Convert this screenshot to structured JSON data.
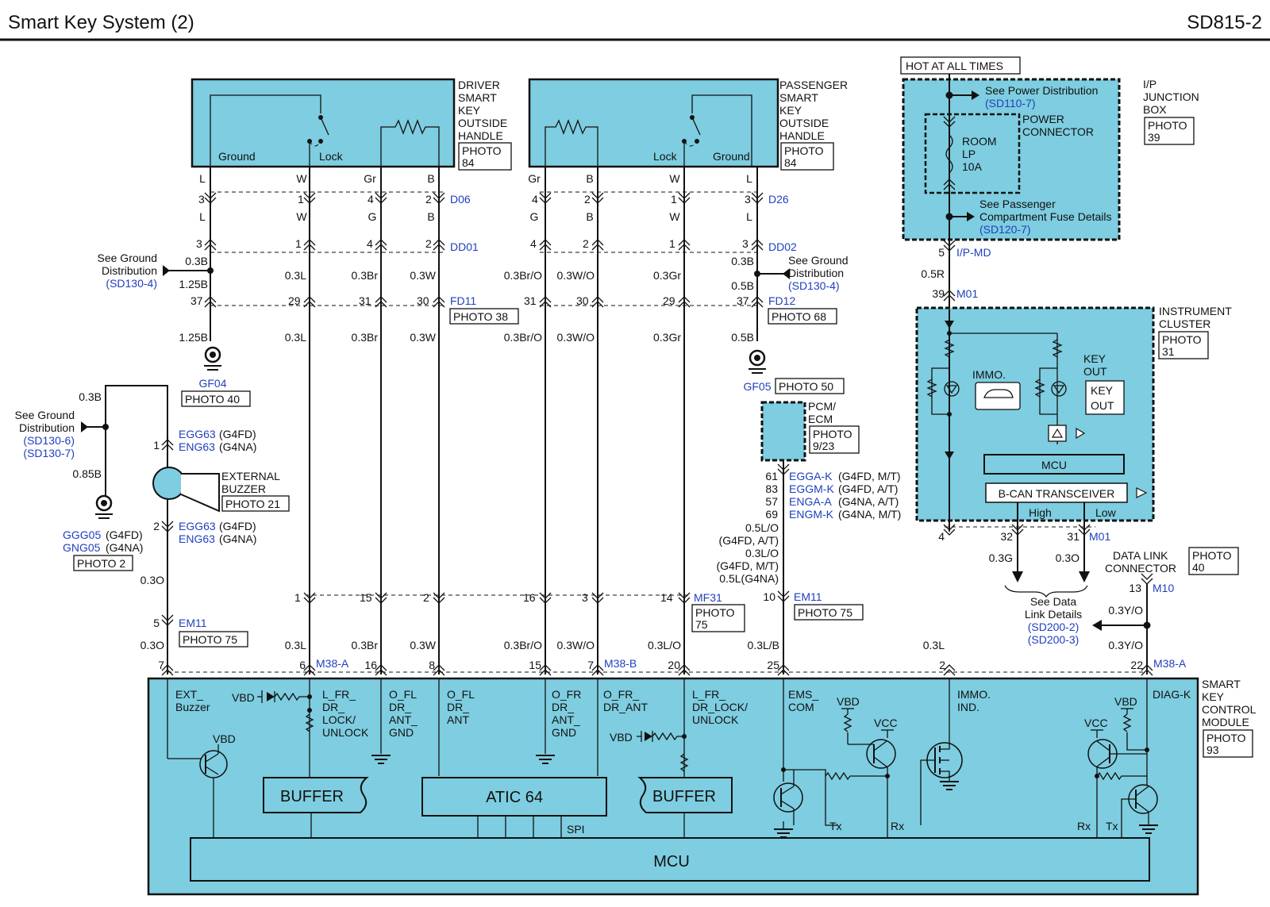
{
  "header": {
    "title": "Smart Key System (2)",
    "code": "SD815-2"
  },
  "driver_handle": {
    "label": [
      "DRIVER",
      "SMART",
      "KEY",
      "OUTSIDE",
      "HANDLE"
    ],
    "photo": [
      "PHOTO",
      "84"
    ],
    "pins": [
      "Ground",
      "Lock"
    ]
  },
  "passenger_handle": {
    "label": [
      "PASSENGER",
      "SMART",
      "KEY",
      "OUTSIDE",
      "HANDLE"
    ],
    "photo": [
      "PHOTO",
      "84"
    ],
    "pins": [
      "Lock",
      "Ground"
    ]
  },
  "connectors": {
    "d06": "D06",
    "dd01": "DD01",
    "fd11": "FD11",
    "photo38": "PHOTO 38",
    "d26": "D26",
    "dd02": "DD02",
    "fd12": "FD12",
    "photo68": "PHOTO 68",
    "ipmd": "I/P-MD",
    "m01a": "M01",
    "m01b": "M01",
    "m10": "M10",
    "em11a": "EM11",
    "photo75a": "PHOTO 75",
    "em11b": "EM11",
    "photo75b": "PHOTO 75",
    "mf31": "MF31",
    "photo75c": [
      "PHOTO",
      "75"
    ],
    "m38a1": "M38-A",
    "m38b": "M38-B",
    "m38a2": "M38-A"
  },
  "driver_wires": {
    "cols": [
      "L",
      "W",
      "Gr",
      "B"
    ],
    "pins1": [
      "3",
      "1",
      "4",
      "2"
    ],
    "cols2": [
      "L",
      "W",
      "G",
      "B"
    ],
    "pins2": [
      "3",
      "1",
      "4",
      "2"
    ],
    "sizes": [
      "0.3L",
      "0.3Br",
      "0.3W"
    ],
    "pins3": [
      "37",
      "29",
      "31",
      "30"
    ],
    "sizes2": [
      "1.25B",
      "0.3L",
      "0.3Br",
      "0.3W"
    ],
    "gnd_sizes": [
      "0.3B",
      "1.25B"
    ]
  },
  "passenger_wires": {
    "cols": [
      "Gr",
      "B",
      "W",
      "L"
    ],
    "pins1": [
      "4",
      "2",
      "1",
      "3"
    ],
    "cols2": [
      "G",
      "B",
      "W",
      "L"
    ],
    "pins2": [
      "4",
      "2",
      "1",
      "3"
    ],
    "sizes": [
      "0.3Br/O",
      "0.3W/O",
      "0.3Gr"
    ],
    "pins3": [
      "31",
      "30",
      "29",
      "37"
    ],
    "sizes2": [
      "0.3Br/O",
      "0.3W/O",
      "0.3Gr",
      "0.5B"
    ],
    "gnd_sizes": [
      "0.3B",
      "0.5B"
    ]
  },
  "ground_refs": {
    "left": {
      "text": [
        "See Ground",
        "Distribution"
      ],
      "ref": "(SD130-4)"
    },
    "right": {
      "text": [
        "See Ground",
        "Distribution"
      ],
      "ref": "(SD130-4)"
    },
    "buzzer": {
      "text": [
        "See Ground",
        "Distribution"
      ],
      "refs": [
        "(SD130-6)",
        "(SD130-7)"
      ]
    }
  },
  "grounds": {
    "gf04": "GF04",
    "photo40": "PHOTO 40",
    "gf05": "GF05",
    "photo50": "PHOTO 50",
    "ggg05": "GGG05",
    "ggg05_note": "(G4FD)",
    "gng05": "GNG05",
    "gng05_note": "(G4NA)",
    "photo2": "PHOTO 2"
  },
  "buzzer": {
    "label": [
      "EXTERNAL",
      "BUZZER"
    ],
    "photo": "PHOTO 21",
    "wire_top": "0.3B",
    "wire_gnd": "0.85B",
    "conn1": [
      {
        "c": "EGG63",
        "n": "(G4FD)"
      },
      {
        "c": "ENG63",
        "n": "(G4NA)"
      }
    ],
    "conn2": [
      {
        "c": "EGG63",
        "n": "(G4FD)"
      },
      {
        "c": "ENG63",
        "n": "(G4NA)"
      }
    ],
    "pin1": "1",
    "pin2": "2",
    "w1": "0.3O",
    "pin5": "5",
    "w2": "0.3O",
    "pin7": "7"
  },
  "bottom_pins": {
    "row1": [
      "1",
      "15",
      "2",
      "16",
      "3",
      "14",
      "10"
    ],
    "sizes": [
      "0.3L",
      "0.3Br",
      "0.3W",
      "0.3Br/O",
      "0.3W/O",
      "0.3L/O",
      "0.3L/B",
      "0.3L",
      "0.3Y/O"
    ],
    "module": [
      "6",
      "16",
      "8",
      "15",
      "7",
      "20",
      "25",
      "2",
      "22"
    ]
  },
  "pcm": {
    "label": [
      "PCM/",
      "ECM"
    ],
    "photo": [
      "PHOTO",
      "9/23"
    ],
    "pins": [
      "61",
      "83",
      "57",
      "69"
    ],
    "conns": [
      {
        "c": "EGGA-K",
        "n": "(G4FD, M/T)"
      },
      {
        "c": "EGGM-K",
        "n": "(G4FD, A/T)"
      },
      {
        "c": "ENGA-A",
        "n": "(G4NA, A/T)"
      },
      {
        "c": "ENGM-K",
        "n": "(G4NA, M/T)"
      }
    ],
    "wire_notes": [
      "0.5L/O",
      "(G4FD, A/T)",
      "0.3L/O",
      "(G4FD, M/T)",
      "0.5L(G4NA)"
    ]
  },
  "junction": {
    "hot": "HOT AT ALL TIMES",
    "see_power": "See Power Distribution",
    "power_ref": "(SD110-7)",
    "label": [
      "I/P",
      "JUNCTION",
      "BOX"
    ],
    "photo": [
      "PHOTO",
      "39"
    ],
    "power_conn": [
      "POWER",
      "CONNECTOR"
    ],
    "fuse": [
      "ROOM",
      "LP",
      "10A"
    ],
    "see_pass": [
      "See Passenger",
      "Compartment Fuse Details"
    ],
    "pass_ref": "(SD120-7)",
    "pin5": "5",
    "w1": "0.5R",
    "pin39": "39"
  },
  "cluster": {
    "label": [
      "INSTRUMENT",
      "CLUSTER"
    ],
    "photo": [
      "PHOTO",
      "31"
    ],
    "immo": "IMMO.",
    "keyout": [
      "KEY",
      "OUT"
    ],
    "keyout_box": [
      "KEY",
      "OUT"
    ],
    "mcu": "MCU",
    "bcan": "B-CAN TRANSCEIVER",
    "high": "High",
    "low": "Low",
    "pin4": "4",
    "pin32": "32",
    "pin31": "31",
    "w_high": "0.3G",
    "w_low": "0.3O"
  },
  "dlc": {
    "label": [
      "DATA LINK",
      "CONNECTOR"
    ],
    "photo": [
      "PHOTO",
      "40"
    ],
    "pin": "13",
    "w1": "0.3Y/O",
    "w2": "0.3Y/O",
    "see": [
      "See Data",
      "Link Details"
    ],
    "refs": [
      "(SD200-2)",
      "(SD200-3)"
    ]
  },
  "skm": {
    "label": [
      "SMART",
      "KEY",
      "CONTROL",
      "MODULE"
    ],
    "photo": [
      "PHOTO",
      "93"
    ],
    "ext_buzzer": [
      "EXT_",
      "Buzzer"
    ],
    "vbd": "VBD",
    "vcc": "VCC",
    "lfr": [
      "L_FR_",
      "DR_",
      "LOCK/",
      "UNLOCK"
    ],
    "ofl_gnd": [
      "O_FL",
      "DR_",
      "ANT_",
      "GND"
    ],
    "ofl": [
      "O_FL",
      "DR_",
      "ANT"
    ],
    "ofr_gnd": [
      "O_FR",
      "DR_",
      "ANT_",
      "GND"
    ],
    "ofr": [
      "O_FR_",
      "DR_ANT"
    ],
    "lfr2": [
      "L_FR_",
      "DR_LOCK/",
      "UNLOCK"
    ],
    "ems": [
      "EMS_",
      "COM"
    ],
    "immo": [
      "IMMO.",
      "IND."
    ],
    "diag": "DIAG-K",
    "buffer1": "BUFFER",
    "atic": "ATIC 64",
    "buffer2": "BUFFER",
    "spi": "SPI",
    "mcu": "MCU",
    "tx": "Tx",
    "rx": "Rx"
  }
}
